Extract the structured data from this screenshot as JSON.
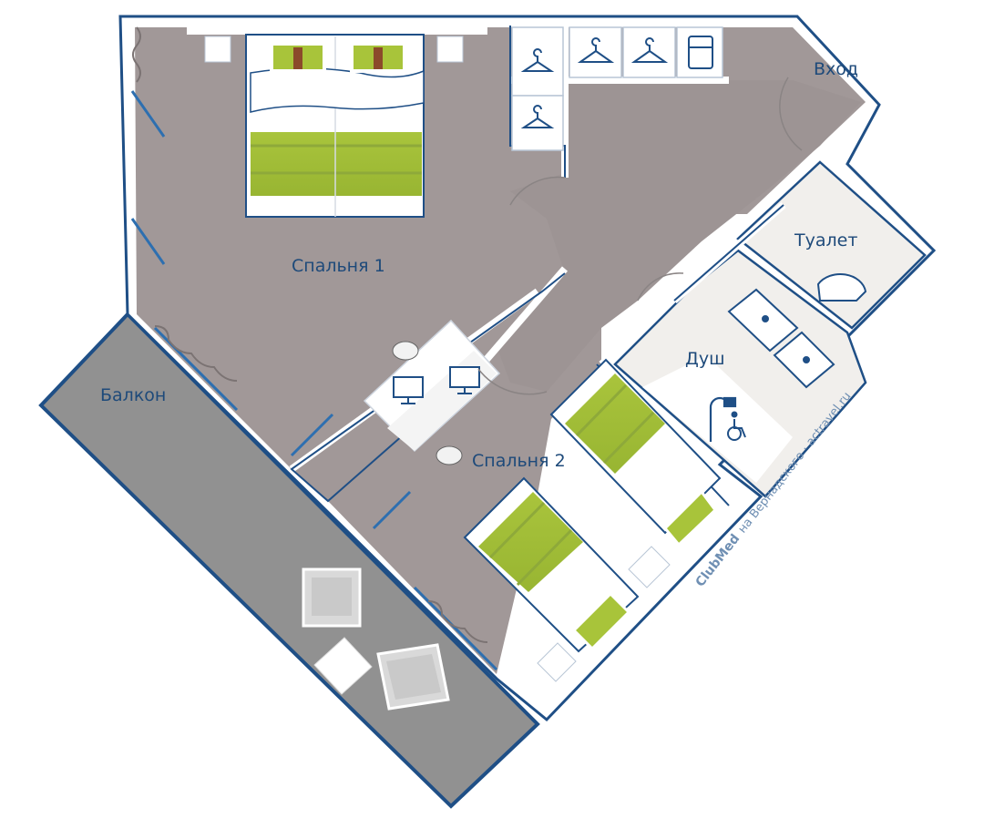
{
  "rooms": {
    "bedroom1": "Спальня 1",
    "bedroom2": "Спальня 2",
    "balcony": "Балкон",
    "entrance": "Вход",
    "toilet": "Туалет",
    "shower": "Душ"
  },
  "credit": {
    "brand": "ClubMed",
    "text": "на Вернадского · actravel.ru"
  },
  "icons": {
    "shower": "shower-icon",
    "accessible": "wheelchair-icon",
    "hanger": "hanger-icon",
    "fridge": "fridge-icon",
    "monitor": "monitor-icon"
  },
  "colors": {
    "floor": "#a19898",
    "balcony": "#909090",
    "wall": "#1f4f86",
    "bath_floor": "#f1efec",
    "bed_stripe": "#a8c43a"
  }
}
